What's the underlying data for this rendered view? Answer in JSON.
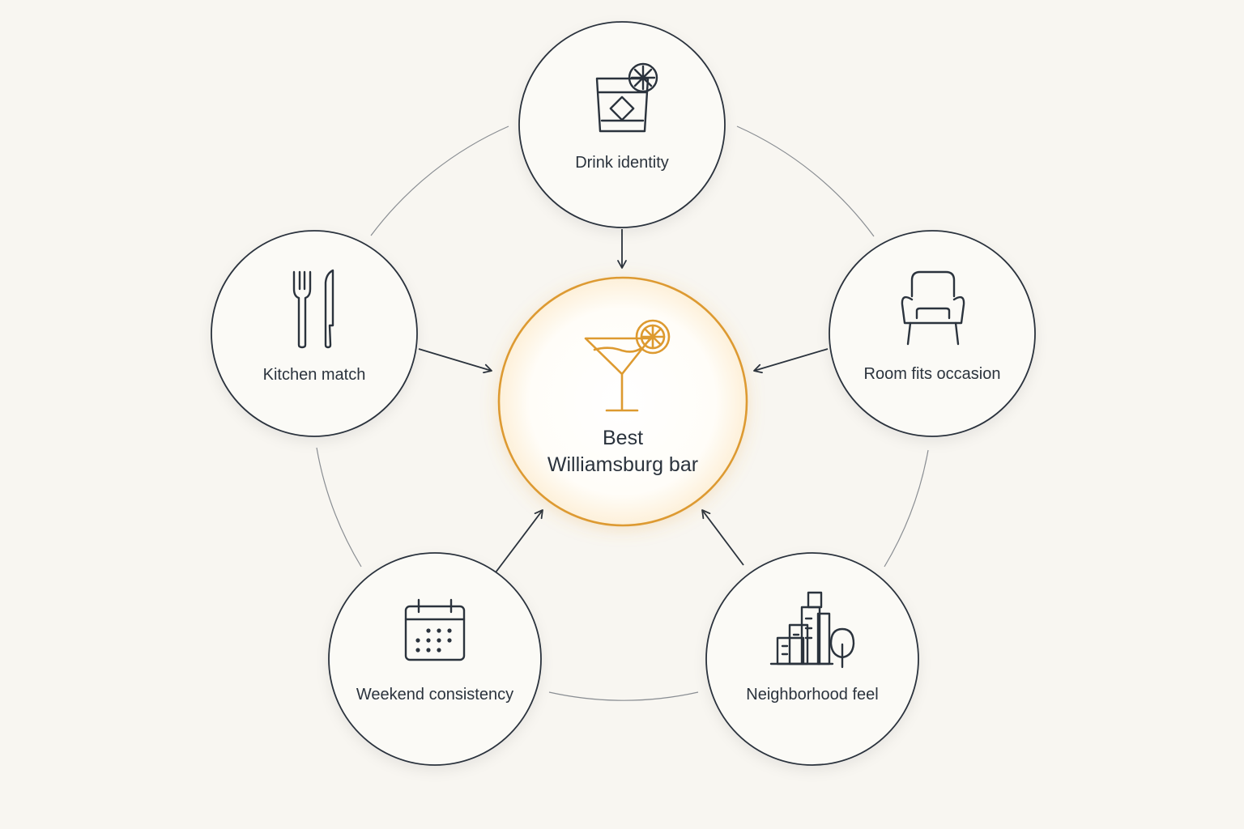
{
  "diagram": {
    "center": {
      "label_line1": "Best",
      "label_line2": "Williamsburg bar",
      "icon": "cocktail-glass-icon"
    },
    "factors": [
      {
        "label": "Drink identity",
        "icon": "whiskey-glass-icon"
      },
      {
        "label": "Room fits occasion",
        "icon": "armchair-icon"
      },
      {
        "label": "Neighborhood feel",
        "icon": "city-buildings-icon"
      },
      {
        "label": "Weekend consistency",
        "icon": "calendar-icon"
      },
      {
        "label": "Kitchen match",
        "icon": "fork-knife-icon"
      }
    ],
    "colors": {
      "background": "#f8f6f1",
      "ink": "#2b333d",
      "accent": "#dd9a30",
      "ring": "#8a8e93"
    }
  }
}
